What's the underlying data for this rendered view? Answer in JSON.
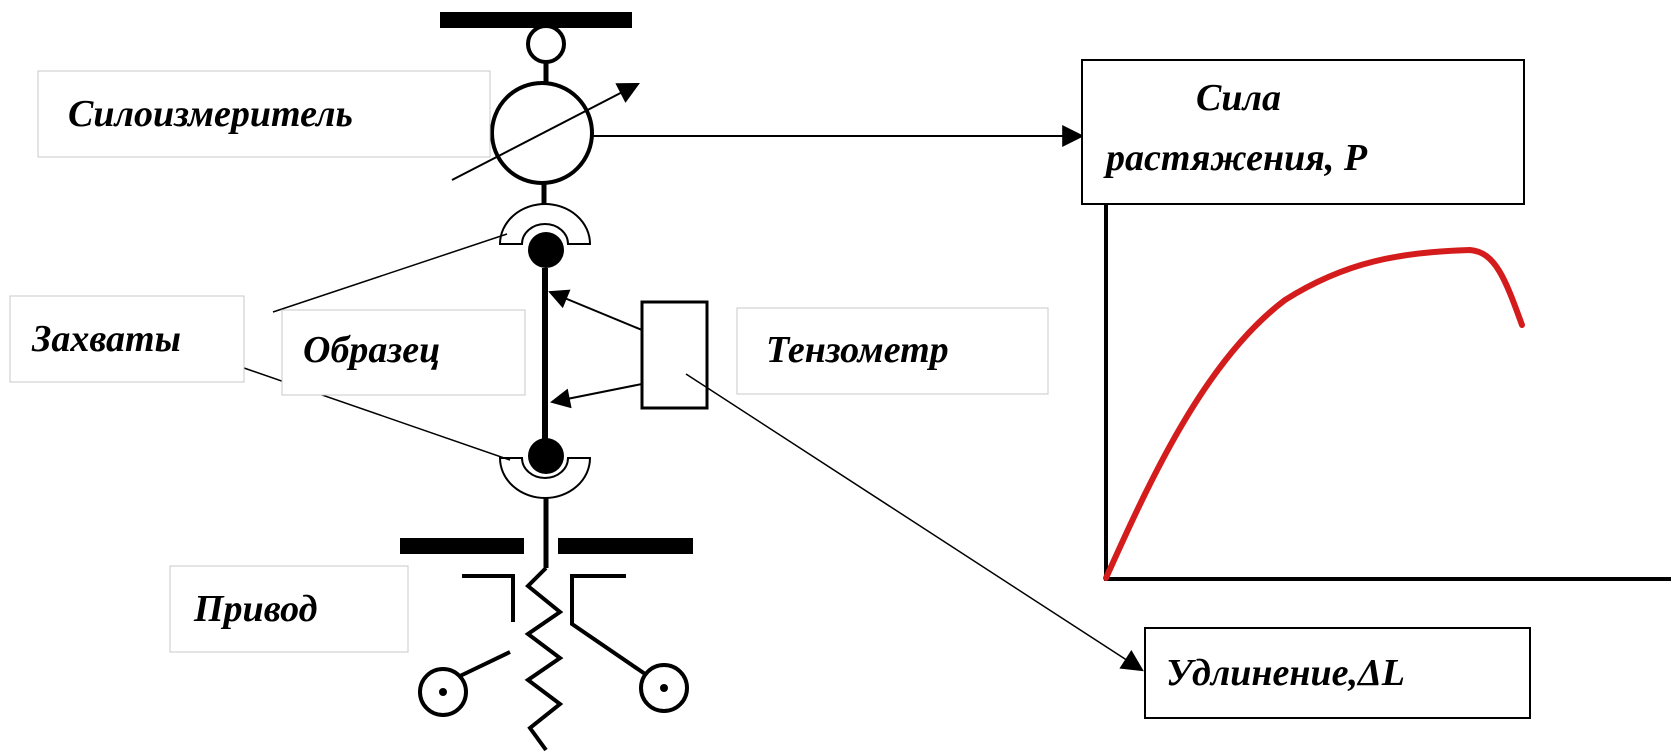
{
  "labels": {
    "force_meter": "Силоизмеритель",
    "grips": "Захваты",
    "specimen": "Образец",
    "extensometer": "Тензометр",
    "drive": "Привод"
  },
  "plot": {
    "y_label_line1": "Сила",
    "y_label_line2": "растяжения, P",
    "x_label": "Удлинение,ΔL",
    "curve_color": "#d41c1c"
  }
}
